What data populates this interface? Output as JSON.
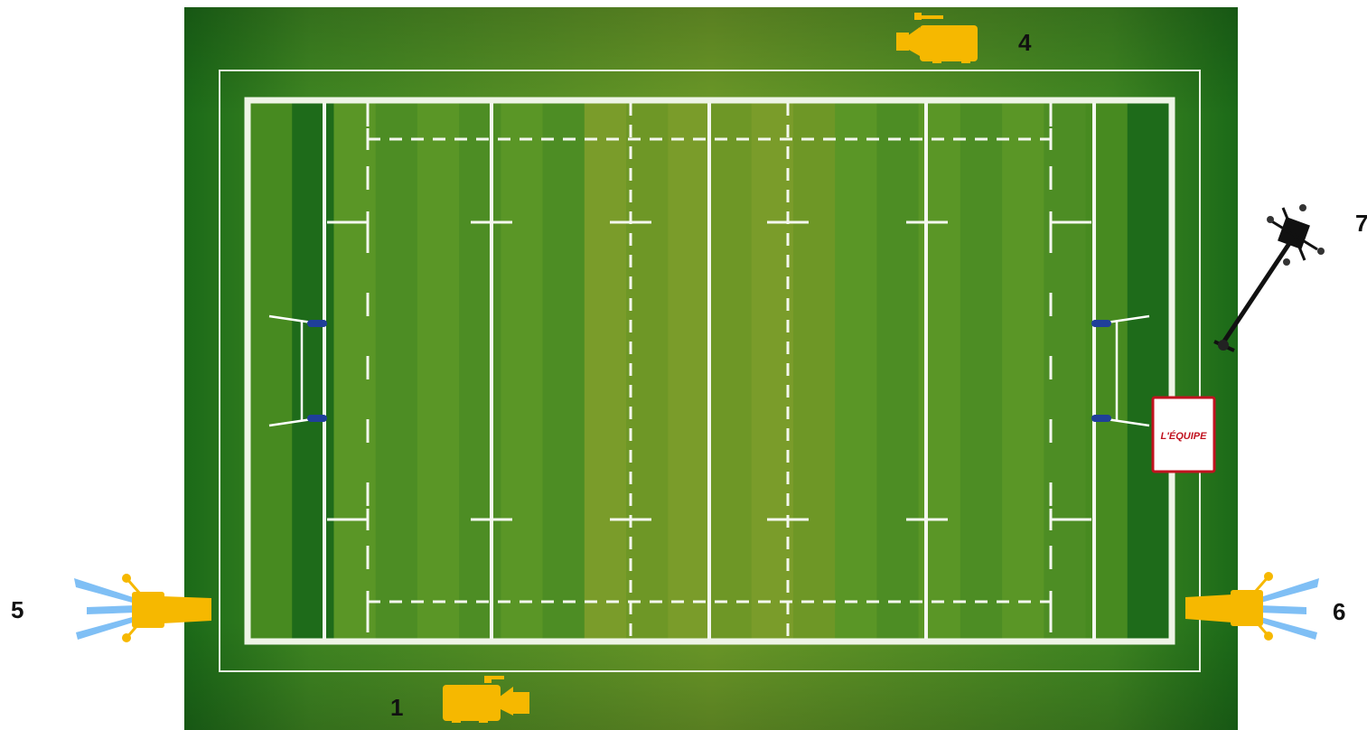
{
  "cameras": [
    {
      "id": "1",
      "label": "1",
      "type": "broadcast-camera-icon"
    },
    {
      "id": "4",
      "label": "4",
      "type": "broadcast-camera-icon"
    },
    {
      "id": "5",
      "label": "5",
      "type": "goal-camera-icon"
    },
    {
      "id": "6",
      "label": "6",
      "type": "goal-camera-icon"
    },
    {
      "id": "7",
      "label": "7",
      "type": "drone-icon"
    }
  ],
  "sponsor_board": {
    "text": "L'ÉQUIPE"
  },
  "colors": {
    "grass_dark": "#1e6b1a",
    "grass_mid": "#5a9626",
    "grass_light": "#7a9c2a",
    "camera_yellow": "#f6b800",
    "sensor_blue": "#7fbff5",
    "post_pad_blue": "#1f3f9a",
    "logo_red": "#c1121f"
  }
}
